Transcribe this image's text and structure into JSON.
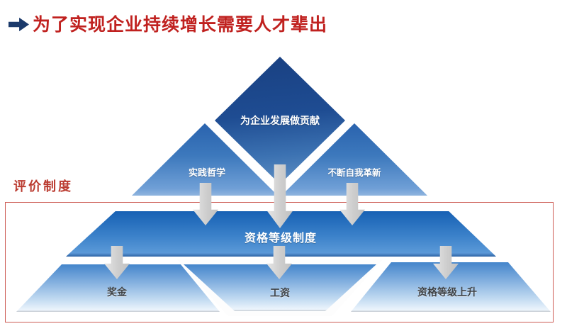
{
  "slide": {
    "header": {
      "title": "为了实现企业持续增长需要人才辈出",
      "bullet_icon": "right-arrow-icon"
    },
    "evaluation_box": {
      "label": "评价制度"
    },
    "pyramid": {
      "apex": {
        "label": "为企业发展做贡献"
      },
      "left_wing": {
        "label": "实践哲学"
      },
      "right_wing": {
        "label": "不断自我革新"
      },
      "system_band": {
        "label": "资格等级制度"
      },
      "outcomes": [
        {
          "label": "奖金"
        },
        {
          "label": "工资"
        },
        {
          "label": "资格等级上升"
        }
      ],
      "flow_icon": "down-arrow-icon"
    },
    "colors": {
      "title_red": "#c0211f",
      "eval_red": "#bb3c31",
      "box_border_red": "#cd5c55",
      "bullet_navy": "#1b3a6b",
      "deep_blue": "#1a4284",
      "mid_blue": "#3c82ca",
      "light_blue": "#ecf4fc",
      "arrow_gray": "#cdcdcd",
      "dark_text": "#3f4347"
    }
  }
}
